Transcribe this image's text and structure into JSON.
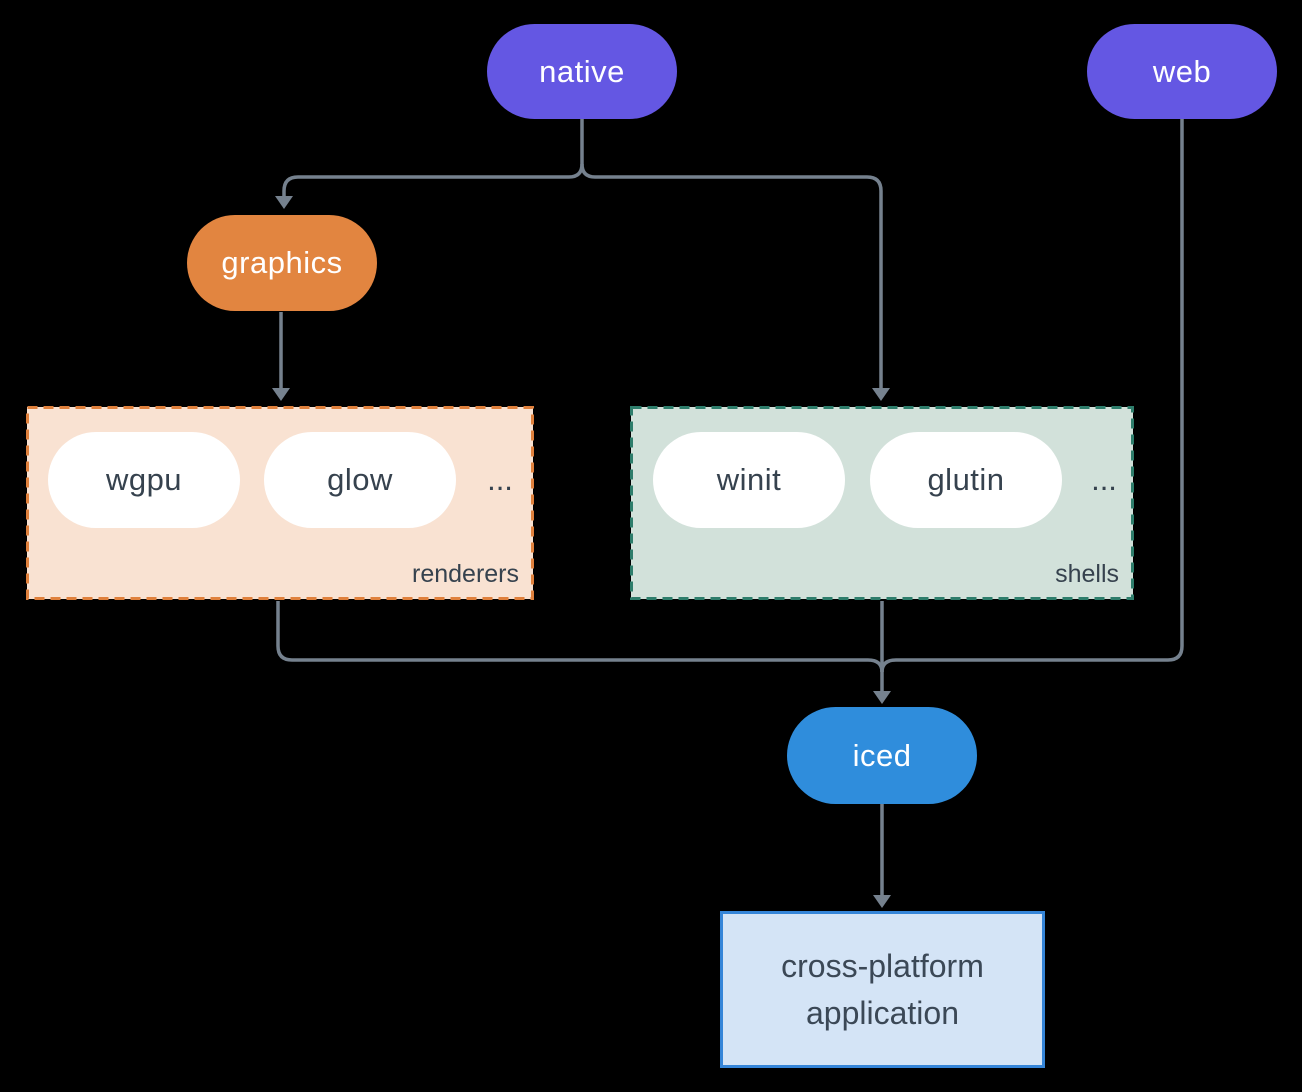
{
  "diagram": {
    "nodes": {
      "native": {
        "label": "native",
        "color": "#6457e3"
      },
      "web": {
        "label": "web",
        "color": "#6457e3"
      },
      "graphics": {
        "label": "graphics",
        "color": "#e28540"
      },
      "iced": {
        "label": "iced",
        "color": "#2f8ddc"
      },
      "application": {
        "label": "cross-platform application",
        "fill": "#d4e4f6",
        "border": "#3585d8"
      }
    },
    "groups": {
      "renderers": {
        "label": "renderers",
        "items": [
          "wgpu",
          "glow"
        ],
        "more": "...",
        "fill": "#f9e2d2",
        "border": "#df803c"
      },
      "shells": {
        "label": "shells",
        "items": [
          "winit",
          "glutin"
        ],
        "more": "...",
        "fill": "#d2e1da",
        "border": "#2e7d6b"
      }
    },
    "edges": [
      {
        "from": "native",
        "to": "graphics"
      },
      {
        "from": "native",
        "to": "shells"
      },
      {
        "from": "graphics",
        "to": "renderers"
      },
      {
        "from": "renderers",
        "to": "iced"
      },
      {
        "from": "shells",
        "to": "iced"
      },
      {
        "from": "web",
        "to": "iced"
      },
      {
        "from": "iced",
        "to": "application"
      }
    ],
    "colors": {
      "background": "#000000",
      "wire": "#75818e",
      "dark_text": "#36424e",
      "pill_text": "#ffffff"
    }
  }
}
